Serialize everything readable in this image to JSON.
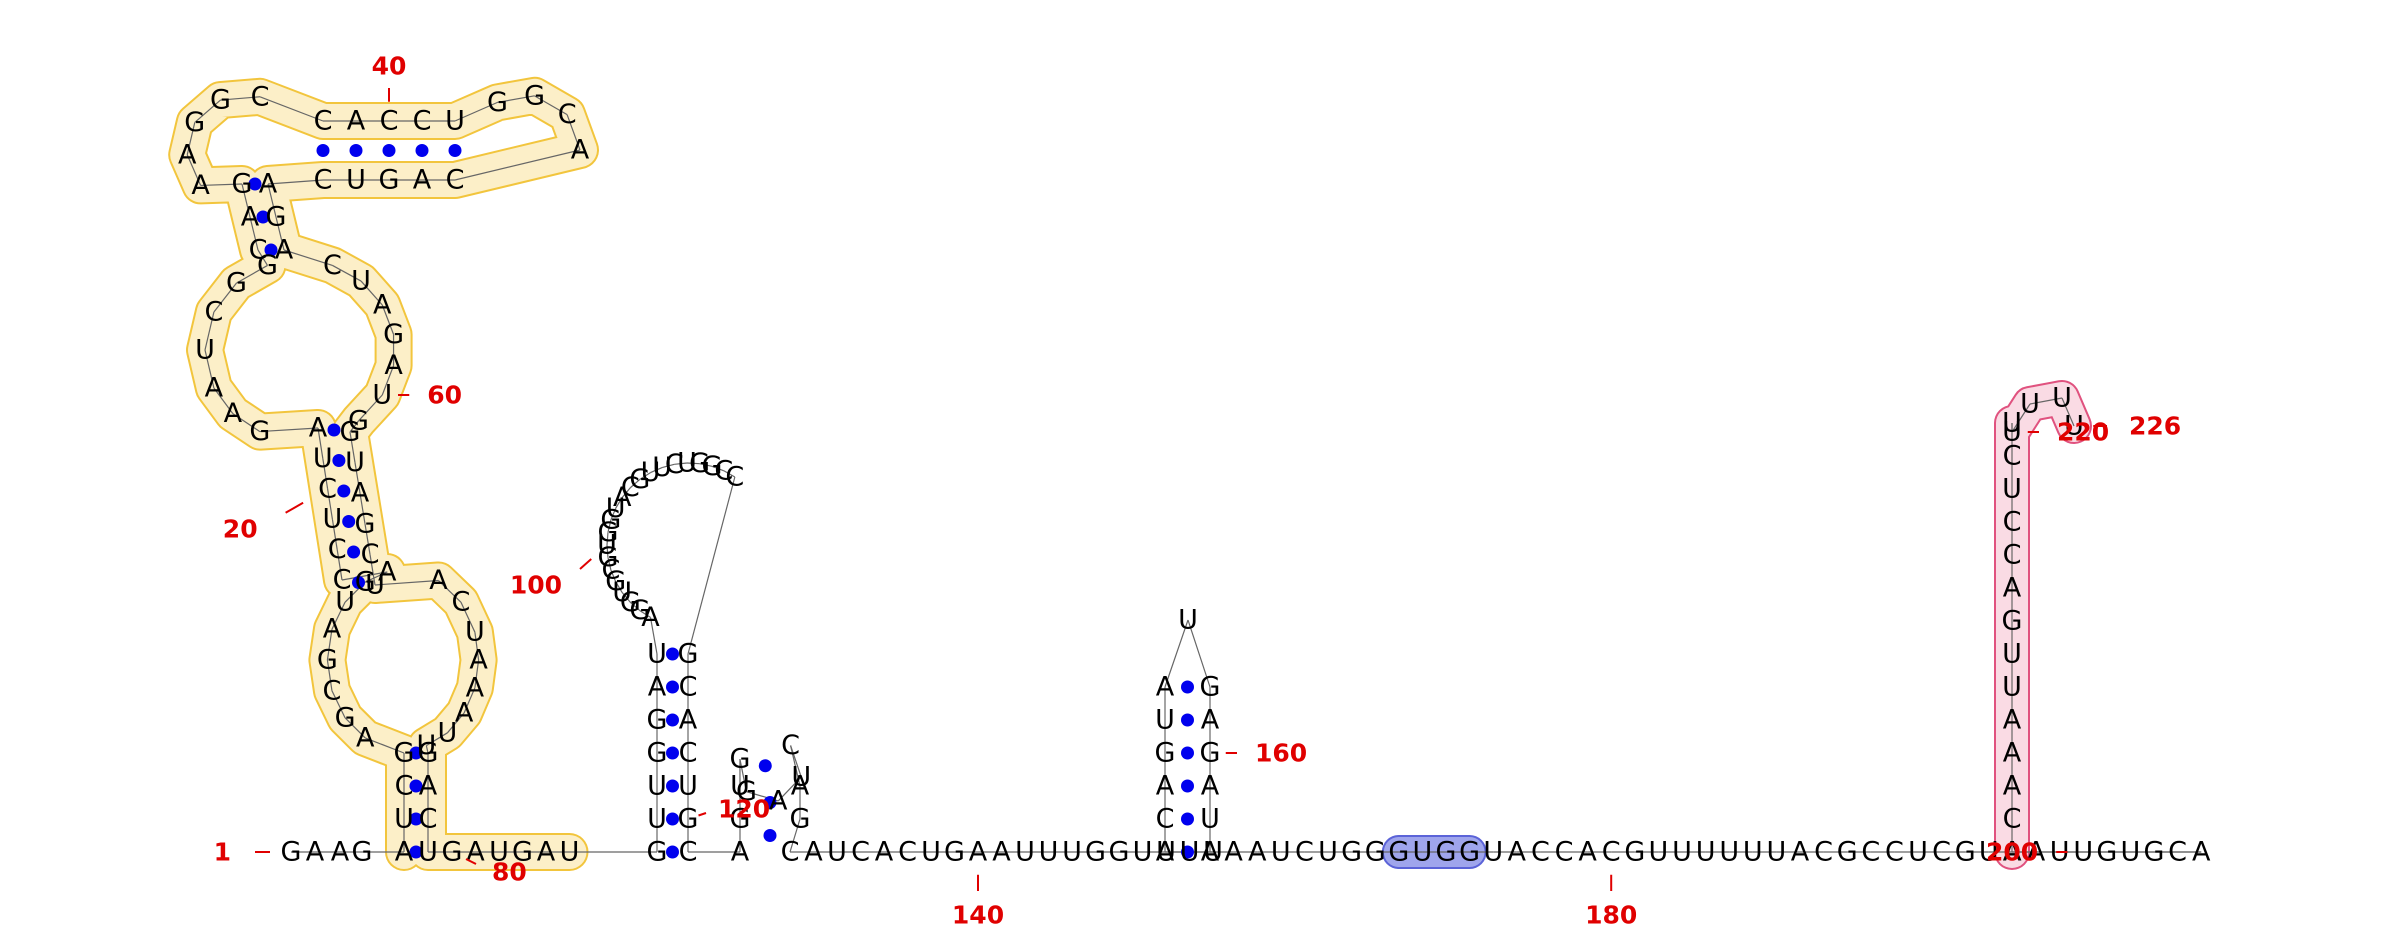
{
  "diagram": {
    "type": "rna-secondary-structure",
    "sequence": "GAAGAUCGAGCGAUGACCUCUAGAAUCGGCAGAAGGCCACCUGGCACAGUCAGACUAGAUGGUAGCUACUAAAUUGACUGAUGAUGUUGGAUAGGUGCGUGGUACGUUCUGGCCGCACUGCAGUGGAUCAGCAUCACUGAAUUUGGUUUUACAGUAUGAGAUAAAUCUGGGUGGUACCACGUUUUUUACGCCUCGUAAUUGUGCAACAAAUUGACCUCUUUUU",
    "position_labels": [
      "1",
      "20",
      "40",
      "60",
      "80",
      "100",
      "120",
      "140",
      "160",
      "180",
      "200",
      "220",
      "226"
    ],
    "highlight_colors": {
      "yellow_region": "#fcefc8",
      "yellow_outline": "#f2c53d",
      "pink_region": "#fadbe4",
      "pink_outline": "#e0527f",
      "blue_region": "#9fa5ec",
      "blue_outline": "#5b63d8",
      "base_pair_dot": "#0000ee",
      "label_color": "#e00000"
    }
  }
}
